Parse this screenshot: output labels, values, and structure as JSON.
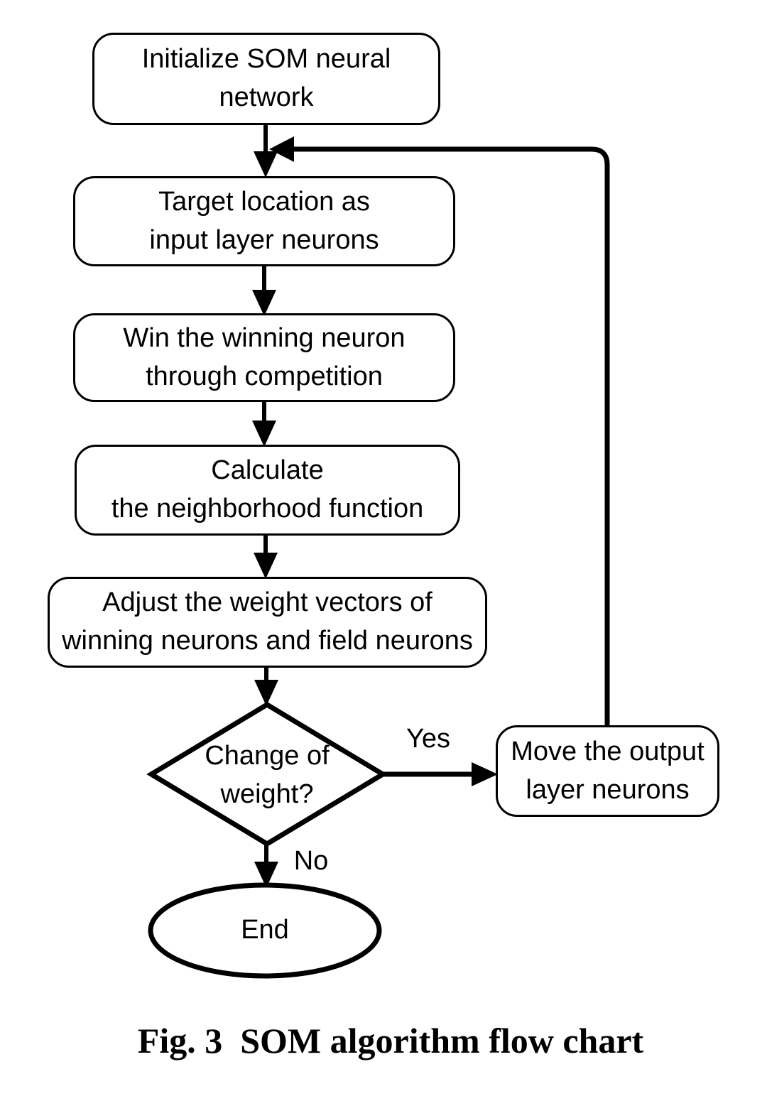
{
  "page": {
    "background": "#ffffff"
  },
  "figure": {
    "caption": "Fig. 3  SOM algorithm flow chart"
  },
  "flowchart": {
    "colors": {
      "line": "#000000",
      "node_fill": "#ffffff",
      "text": "#000000"
    },
    "nodes": {
      "init": {
        "type": "rounded-rect",
        "line1": "Initialize SOM neural",
        "line2": "network"
      },
      "input": {
        "type": "rounded-rect",
        "line1": "Target location as",
        "line2": "input layer neurons"
      },
      "win": {
        "type": "rounded-rect",
        "line1": "Win the winning neuron",
        "line2": "through competition"
      },
      "calc": {
        "type": "rounded-rect",
        "line1": "Calculate",
        "line2": "the neighborhood function"
      },
      "adjust": {
        "type": "rounded-rect",
        "line1": "Adjust the weight vectors of",
        "line2": "winning neurons and field neurons"
      },
      "decision": {
        "type": "diamond",
        "line1": "Change of",
        "line2": "weight?"
      },
      "move": {
        "type": "rounded-rect",
        "line1": "Move the output",
        "line2": "layer neurons"
      },
      "end": {
        "type": "ellipse",
        "label": "End"
      }
    },
    "edge_labels": {
      "yes": "Yes",
      "no": "No"
    }
  }
}
